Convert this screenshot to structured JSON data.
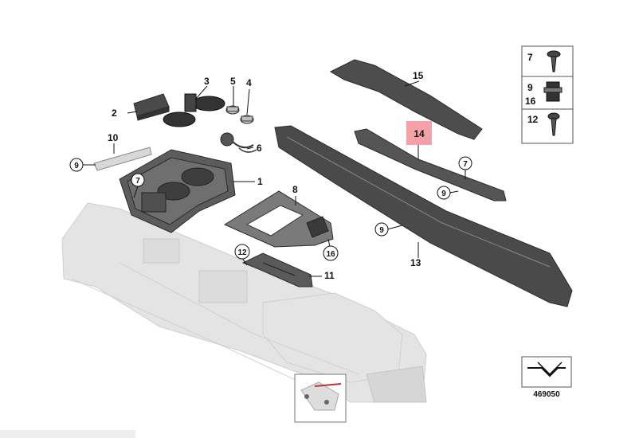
{
  "callouts": {
    "p1": "1",
    "p2": "2",
    "p3": "3",
    "p4": "4",
    "p5": "5",
    "p6": "6",
    "p7a": "7",
    "p7b": "7",
    "p8": "8",
    "p9a": "9",
    "p9b": "9",
    "p9c": "9",
    "p10": "10",
    "p11": "11",
    "p12": "12",
    "p13": "13",
    "p14": "14",
    "p15": "15",
    "p16": "16"
  },
  "fasteners": {
    "row1": "7",
    "row2a": "9",
    "row2b": "16",
    "row3": "12"
  },
  "highlight_color": "#f4a0a6",
  "diagram_number": "469050"
}
